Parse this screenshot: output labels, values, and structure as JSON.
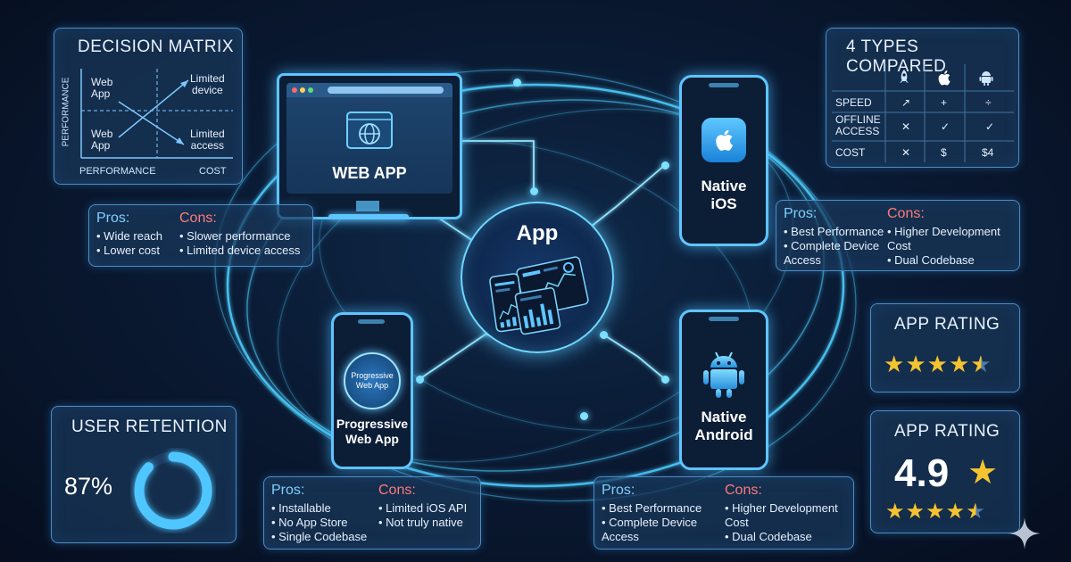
{
  "decision_matrix": {
    "title": "DECISION MATRIX",
    "y_axis": "PERFORMANCE",
    "x_axis_left": "PERFORMANCE",
    "x_axis_right": "COST",
    "top_left": "Web\nApp",
    "bottom_left": "Web\nApp",
    "top_right": "Limited\ndevice",
    "bottom_right": "Limited\naccess"
  },
  "comparison": {
    "title": "4 TYPES COMPARED",
    "icons": [
      "rocket-icon",
      "apple-icon",
      "android-icon"
    ],
    "rows": [
      {
        "label": "SPEED",
        "cells": [
          "↗",
          "+",
          "÷"
        ]
      },
      {
        "label": "OFFLINE\nACCESS",
        "cells": [
          "✕",
          "✓",
          "✓"
        ]
      },
      {
        "label": "COST",
        "cells": [
          "✕",
          "$",
          "$4"
        ]
      }
    ]
  },
  "center": {
    "label": "App"
  },
  "web_app": {
    "label": "WEB APP",
    "pros_title": "Pros:",
    "cons_title": "Cons:",
    "pros": [
      "Wide reach",
      "Lower cost"
    ],
    "cons": [
      "Slower performance",
      "Limited device access"
    ]
  },
  "ios": {
    "label": "Native\niOS",
    "pros_title": "Pros:",
    "cons_title": "Cons:",
    "pros": [
      "Best Performance",
      "Complete Device\nAccess"
    ],
    "cons": [
      "Higher Development Cost",
      "Dual Codebase"
    ]
  },
  "pwa": {
    "icon_label": "Progressive\nWeb App",
    "label": "Progressive\nWeb App",
    "pros_title": "Pros:",
    "cons_title": "Cons:",
    "pros": [
      "Installable",
      "No App Store",
      "Single Codebase"
    ],
    "cons": [
      "Limited iOS API",
      "Not truly native"
    ]
  },
  "android": {
    "label": "Native\nAndroid",
    "pros_title": "Pros:",
    "cons_title": "Cons:",
    "pros": [
      "Best Performance",
      "Complete Device\nAccess"
    ],
    "cons": [
      "Higher Development\nCost",
      "Dual Codebase"
    ]
  },
  "retention": {
    "title": "USER RETENTION",
    "value": "87%",
    "fraction": 0.87
  },
  "rating_small": {
    "title": "APP RATING",
    "stars": 4.5
  },
  "rating_big": {
    "title": "APP RATING",
    "value": "4.9",
    "stars": 4.5
  },
  "colors": {
    "accent": "#5ec5ff",
    "pros": "#7fd0ff",
    "cons": "#ff7a7a",
    "star": "#f5c330"
  }
}
